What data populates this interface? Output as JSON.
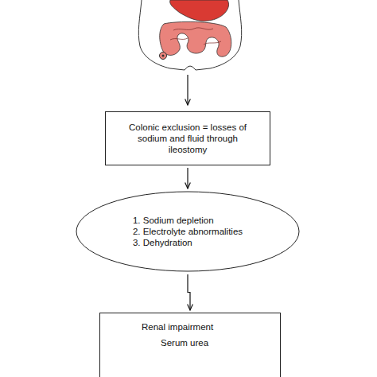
{
  "diagram": {
    "nodes": [
      {
        "text": [
          "Colonic exclusion = losses of sodium and fluid through ileostomy"
        ]
      },
      {
        "text": [
          "1. Sodium depletion",
          "2. Electrolyte abnormalities",
          "3. Dehydration"
        ]
      },
      {
        "text": [
          "Renal impairment",
          "Serum urea"
        ]
      }
    ],
    "edges": [
      {
        "from": 0,
        "to": 1,
        "arrow": "to"
      },
      {
        "from": 1,
        "to": 2,
        "arrow": "to"
      }
    ]
  }
}
